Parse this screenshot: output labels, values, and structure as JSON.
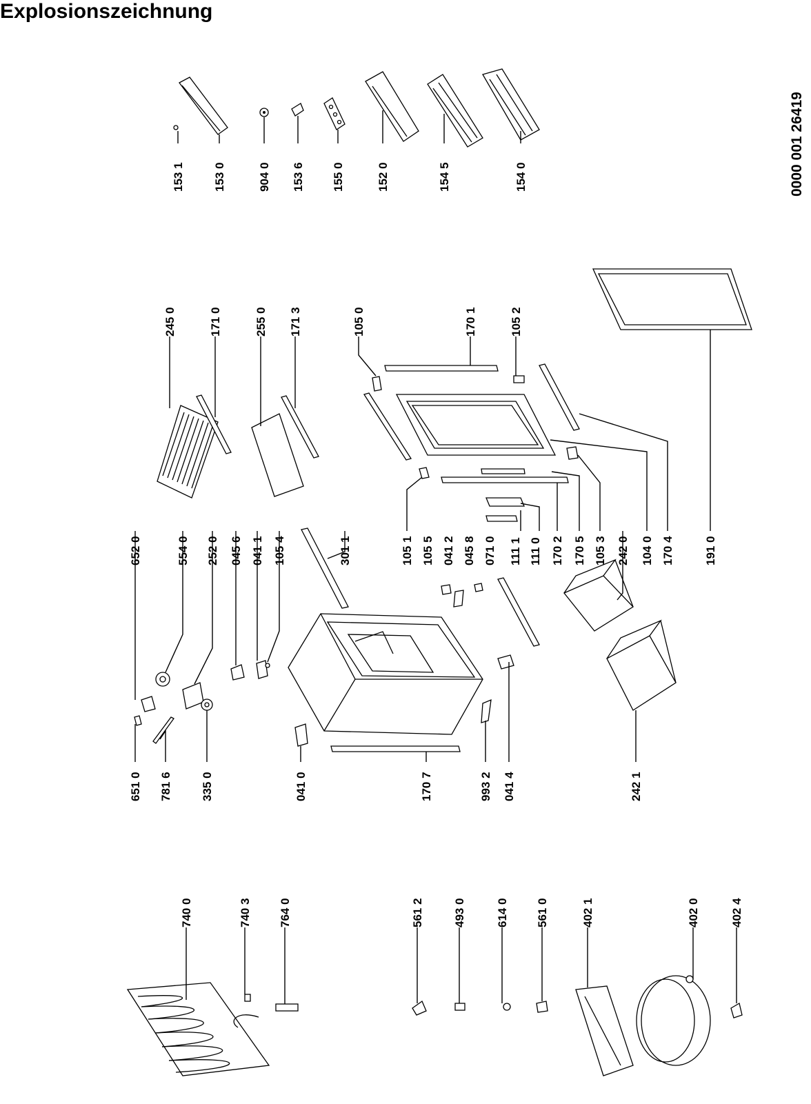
{
  "title": "Explosionszeichnung",
  "document_number": "0000 001 26419",
  "parts": [
    {
      "id": "p1531",
      "label": "153 1"
    },
    {
      "id": "p1530",
      "label": "153 0"
    },
    {
      "id": "p9040",
      "label": "904 0"
    },
    {
      "id": "p1536",
      "label": "153 6"
    },
    {
      "id": "p1550",
      "label": "155 0"
    },
    {
      "id": "p1520",
      "label": "152 0"
    },
    {
      "id": "p1545",
      "label": "154 5"
    },
    {
      "id": "p1540",
      "label": "154 0"
    },
    {
      "id": "p2450",
      "label": "245 0"
    },
    {
      "id": "p1710",
      "label": "171 0"
    },
    {
      "id": "p2550",
      "label": "255 0"
    },
    {
      "id": "p1713",
      "label": "171 3"
    },
    {
      "id": "p1050",
      "label": "105 0"
    },
    {
      "id": "p1701",
      "label": "170 1"
    },
    {
      "id": "p1052",
      "label": "105 2"
    },
    {
      "id": "p6520",
      "label": "652 0"
    },
    {
      "id": "p5540",
      "label": "554 0"
    },
    {
      "id": "p2520",
      "label": "252 0"
    },
    {
      "id": "p0456",
      "label": "045 6"
    },
    {
      "id": "p0411",
      "label": "041 1"
    },
    {
      "id": "p1054",
      "label": "105 4"
    },
    {
      "id": "p3011",
      "label": "301 1"
    },
    {
      "id": "p1051",
      "label": "105 1"
    },
    {
      "id": "p1055",
      "label": "105 5"
    },
    {
      "id": "p0412",
      "label": "041 2"
    },
    {
      "id": "p0458",
      "label": "045 8"
    },
    {
      "id": "p0710",
      "label": "071 0"
    },
    {
      "id": "p1111",
      "label": "111 1"
    },
    {
      "id": "p1110",
      "label": "111 0"
    },
    {
      "id": "p1702",
      "label": "170 2"
    },
    {
      "id": "p1705",
      "label": "170 5"
    },
    {
      "id": "p1053",
      "label": "105 3"
    },
    {
      "id": "p2420",
      "label": "242 0"
    },
    {
      "id": "p1040",
      "label": "104 0"
    },
    {
      "id": "p1704",
      "label": "170 4"
    },
    {
      "id": "p1910",
      "label": "191 0"
    },
    {
      "id": "p6510",
      "label": "651 0"
    },
    {
      "id": "p7816",
      "label": "781 6"
    },
    {
      "id": "p3350",
      "label": "335 0"
    },
    {
      "id": "p0410",
      "label": "041 0"
    },
    {
      "id": "p1707",
      "label": "170 7"
    },
    {
      "id": "p9932",
      "label": "993 2"
    },
    {
      "id": "p0414",
      "label": "041 4"
    },
    {
      "id": "p2421",
      "label": "242 1"
    },
    {
      "id": "p7400",
      "label": "740 0"
    },
    {
      "id": "p7403",
      "label": "740 3"
    },
    {
      "id": "p7640",
      "label": "764 0"
    },
    {
      "id": "p5612",
      "label": "561 2"
    },
    {
      "id": "p4930",
      "label": "493 0"
    },
    {
      "id": "p6140",
      "label": "614 0"
    },
    {
      "id": "p5610",
      "label": "561 0"
    },
    {
      "id": "p4021",
      "label": "402 1"
    },
    {
      "id": "p4020",
      "label": "402 0"
    },
    {
      "id": "p4024",
      "label": "402 4"
    }
  ]
}
